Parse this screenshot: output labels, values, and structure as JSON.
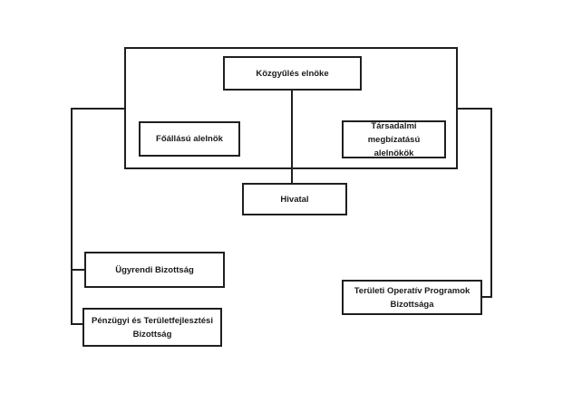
{
  "diagram": {
    "type": "org-chart",
    "background_color": "#ffffff",
    "line_color": "#1f1f1f",
    "text_color": "#1a1a1a",
    "nodes": {
      "chairman": {
        "label": "Közgyűlés elnöke"
      },
      "fulltime_vp": {
        "label": "Főállású alelnök"
      },
      "social_vps": {
        "label": "Társadalmi megbízatású alelnökök"
      },
      "office": {
        "label": "Hivatal"
      },
      "rules_committee": {
        "label": "Ügyrendi Bizottság"
      },
      "finance_committee": {
        "label": "Pénzügyi és Területfejlesztési Bizottság"
      },
      "territorial_committee": {
        "label": "Területi Operatív Programok Bizottsága"
      }
    },
    "edges": [
      "chairman -> office",
      "frame-left -> rules_committee",
      "frame-left -> finance_committee",
      "frame-right -> territorial_committee"
    ]
  }
}
